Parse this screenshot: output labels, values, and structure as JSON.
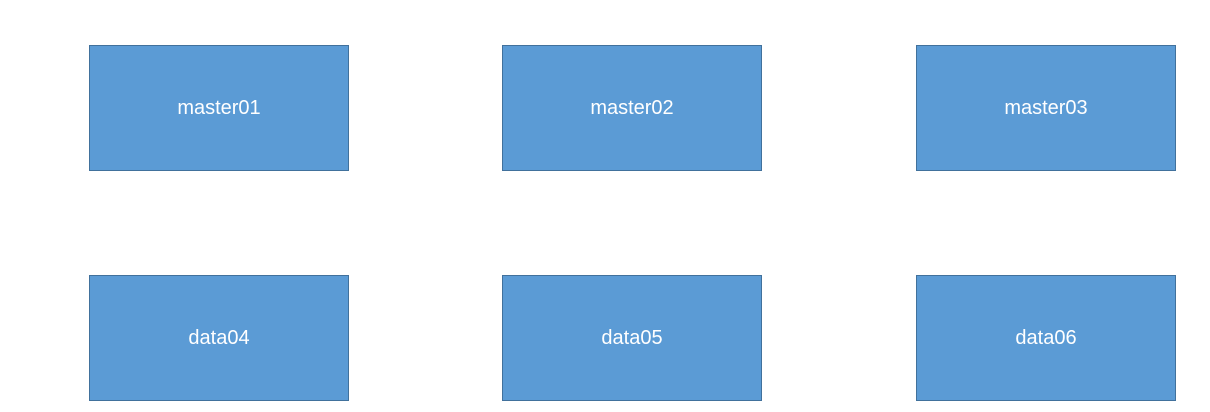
{
  "colors": {
    "node_fill": "#5b9bd5",
    "node_border": "#41719c",
    "label_text": "#ffffff"
  },
  "nodes": [
    {
      "label": "master01"
    },
    {
      "label": "master02"
    },
    {
      "label": "master03"
    },
    {
      "label": "data04"
    },
    {
      "label": "data05"
    },
    {
      "label": "data06"
    }
  ]
}
